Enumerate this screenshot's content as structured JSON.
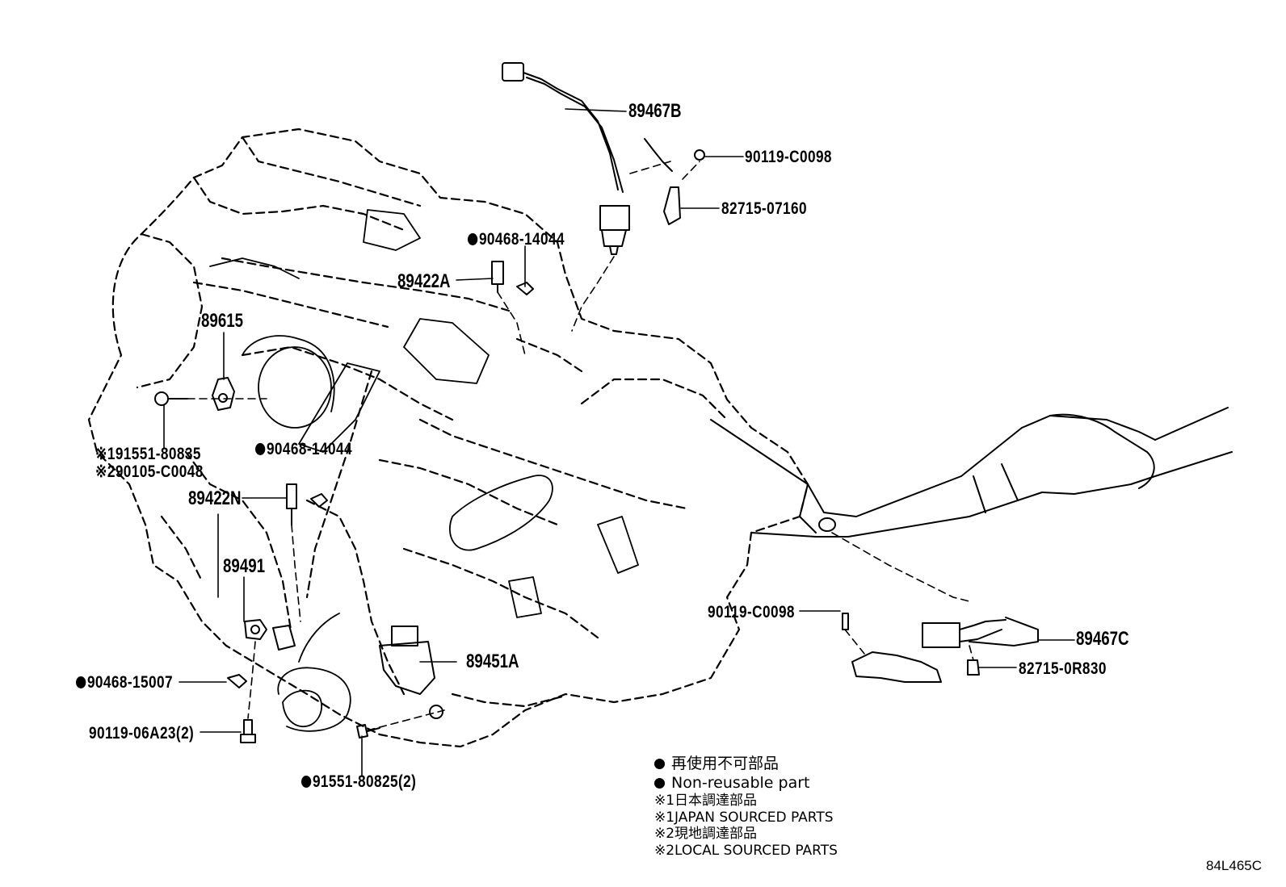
{
  "callouts": {
    "c89467B": "89467B",
    "c90119_C0098_top": "90119-C0098",
    "c82715_07160": "82715-07160",
    "c90468_14044_top": "90468-14044",
    "c89422A": "89422A",
    "c89615": "89615",
    "c91551_80835": "※191551-80835",
    "c90105_C0048": "※290105-C0048",
    "c90468_14044_mid": "90468-14044",
    "c89422N": "89422N",
    "c89491": "89491",
    "c89451A": "89451A",
    "c90468_15007": "90468-15007",
    "c90119_06A23": "90119-06A23(2)",
    "c91551_80825": "91551-80825(2)",
    "c90119_C0098_right": "90119-C0098",
    "c89467C": "89467C",
    "c82715_0R830": "82715-0R830"
  },
  "legend": {
    "line1": "再使用不可部品",
    "line2": "Non-reusable part",
    "line3": "※1日本調達部品",
    "line4": "※1JAPAN SOURCED PARTS",
    "line5": "※2現地調達部品",
    "line6": "※2LOCAL SOURCED PARTS"
  },
  "diagram_code": "84L465C"
}
